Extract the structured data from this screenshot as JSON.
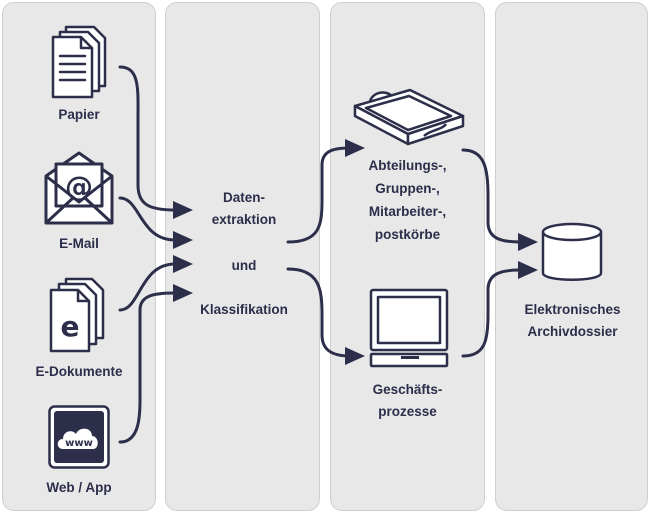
{
  "sources": {
    "paper": "Papier",
    "email": "E-Mail",
    "edocs": "E-Dokumente",
    "web": "Web / App",
    "www_text": "www"
  },
  "processing": {
    "line1": "Daten-",
    "line2": "extraktion",
    "line3": "und",
    "line4": "Klassifikation"
  },
  "targets": {
    "inbox_line1": "Abteilungs-,",
    "inbox_line2": "Gruppen-,",
    "inbox_line3": "Mitarbeiter-,",
    "inbox_line4": "postkörbe",
    "process_line1": "Geschäfts-",
    "process_line2": "prozesse"
  },
  "archive": {
    "line1": "Elektronisches",
    "line2": "Archivdossier"
  },
  "colors": {
    "ink": "#2c2e4a",
    "column_bg": "#e8e8e8",
    "column_border": "#cfcfcf"
  }
}
